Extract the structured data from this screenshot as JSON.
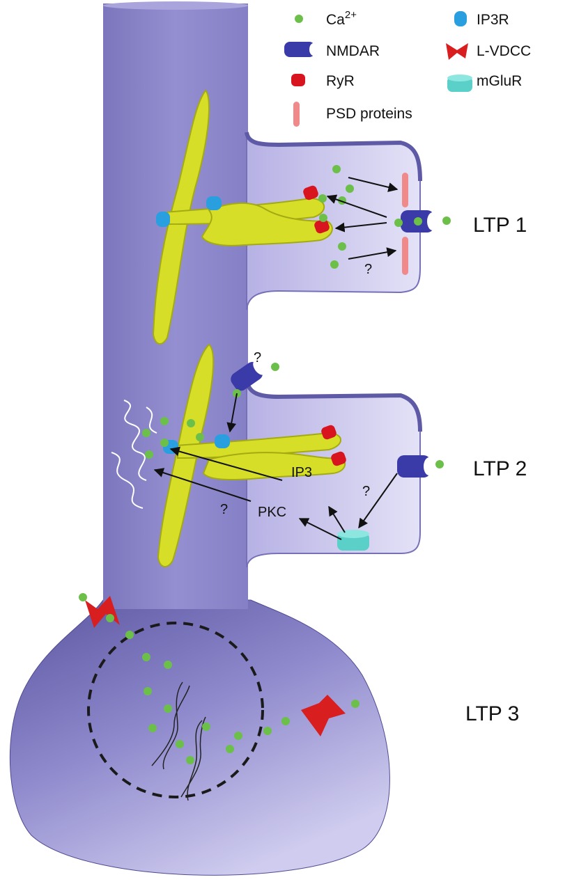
{
  "legend": {
    "calcium": {
      "base": "Ca",
      "superscript": "2+"
    },
    "ip3r": "IP3R",
    "nmdar": "NMDAR",
    "lvdcc": "L-VDCC",
    "ryr": "RyR",
    "mglur": "mGluR",
    "psd": "PSD proteins"
  },
  "stages": {
    "ltp1": "LTP 1",
    "ltp2": "LTP 2",
    "ltp3": "LTP 3"
  },
  "annotations": {
    "question": "?",
    "ip3": "IP3",
    "pkc": "PKC"
  },
  "colors": {
    "membrane": "#8c86c8",
    "membrane_dark": "#5f5aa6",
    "spine_interior": "#d4d1f0",
    "er": "#d8e026",
    "er_dark": "#9aa010",
    "calcium": "#6cc04a",
    "nmdar": "#3a3aa8",
    "ryr": "#d8141e",
    "ip3r": "#2a9fe0",
    "lvdcc": "#d81e1e",
    "mglur": "#5ad0c8",
    "psd": "#f08a8a"
  }
}
